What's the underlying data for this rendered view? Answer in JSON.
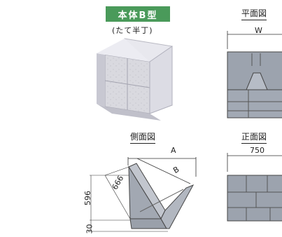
{
  "title": "本体B型",
  "subtitle": "(たて半丁)",
  "views": {
    "plan": {
      "label": "平面図",
      "dim": "W"
    },
    "side": {
      "label": "側面図",
      "dim_a": "A",
      "dim_b": "B",
      "dim_666": "666",
      "dim_596": "596",
      "dim_30": "30"
    },
    "front": {
      "label": "正面図",
      "dim": "750"
    }
  }
}
